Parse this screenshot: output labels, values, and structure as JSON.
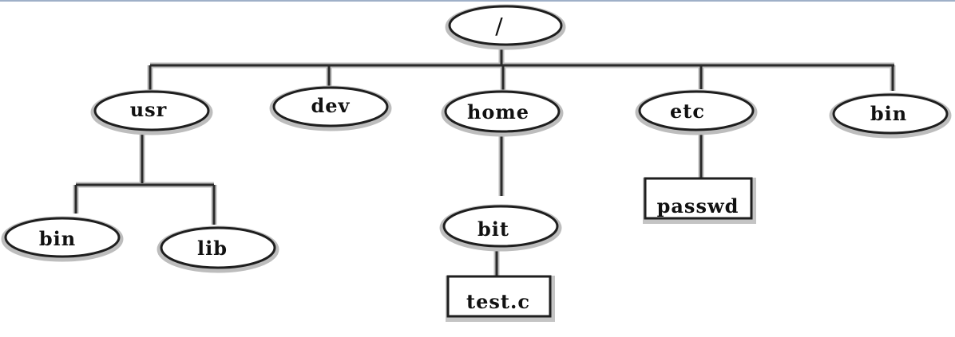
{
  "diagram": {
    "root": {
      "label": "/"
    },
    "level1": {
      "usr": "usr",
      "dev": "dev",
      "home": "home",
      "etc": "etc",
      "bin": "bin"
    },
    "usr_children": {
      "bin": "bin",
      "lib": "lib"
    },
    "home_children": {
      "bit": "bit"
    },
    "bit_children": {
      "file": "test.c"
    },
    "etc_children": {
      "file": "passwd"
    }
  }
}
